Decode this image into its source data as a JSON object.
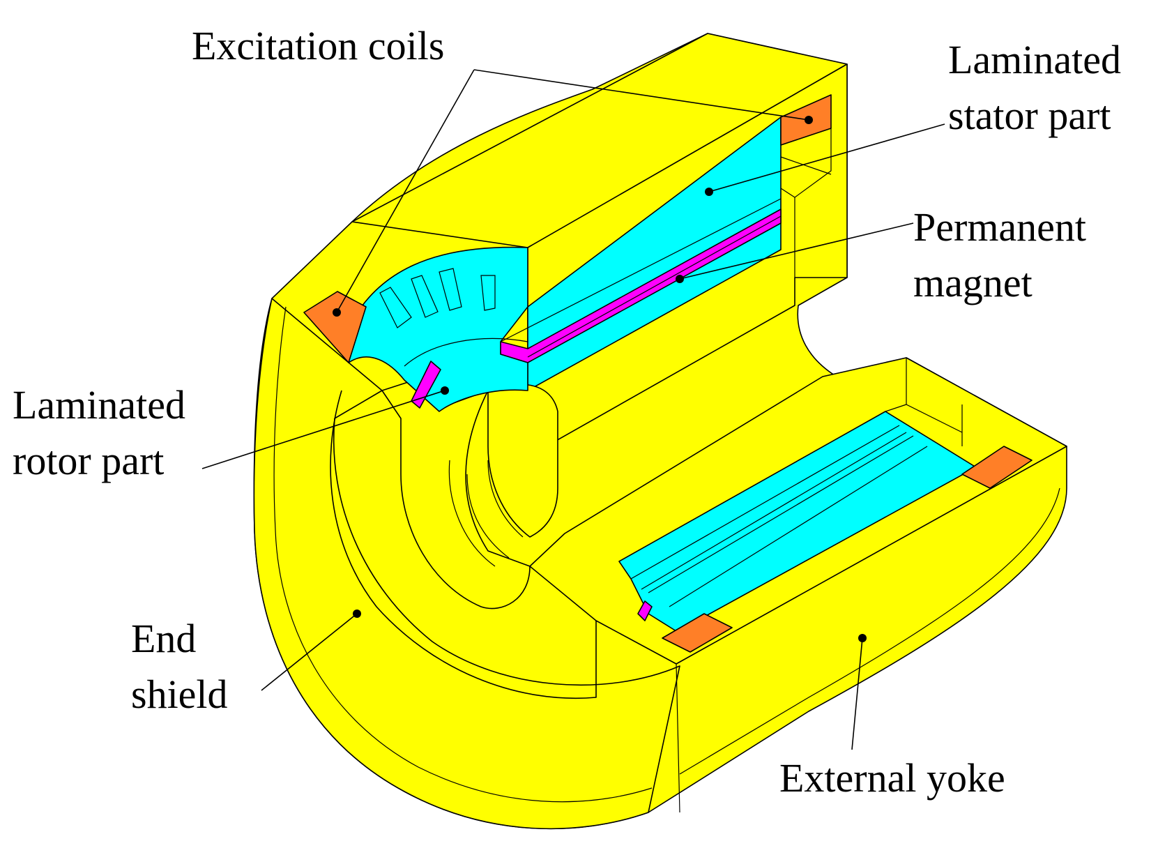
{
  "colors": {
    "yoke": "#ffff00",
    "laminated_iron": "#00ffff",
    "coil": "#ff7f27",
    "magnet": "#ff00ff",
    "outline": "#000000"
  },
  "labels": {
    "excitation_coils": "Excitation coils",
    "laminated_stator_line1": "Laminated",
    "laminated_stator_line2": "stator part",
    "permanent_magnet_line1": "Permanent",
    "permanent_magnet_line2": "magnet",
    "laminated_rotor_line1": "Laminated",
    "laminated_rotor_line2": "rotor part",
    "end_shield_line1": "End",
    "end_shield_line2": "shield",
    "external_yoke": "External yoke"
  }
}
